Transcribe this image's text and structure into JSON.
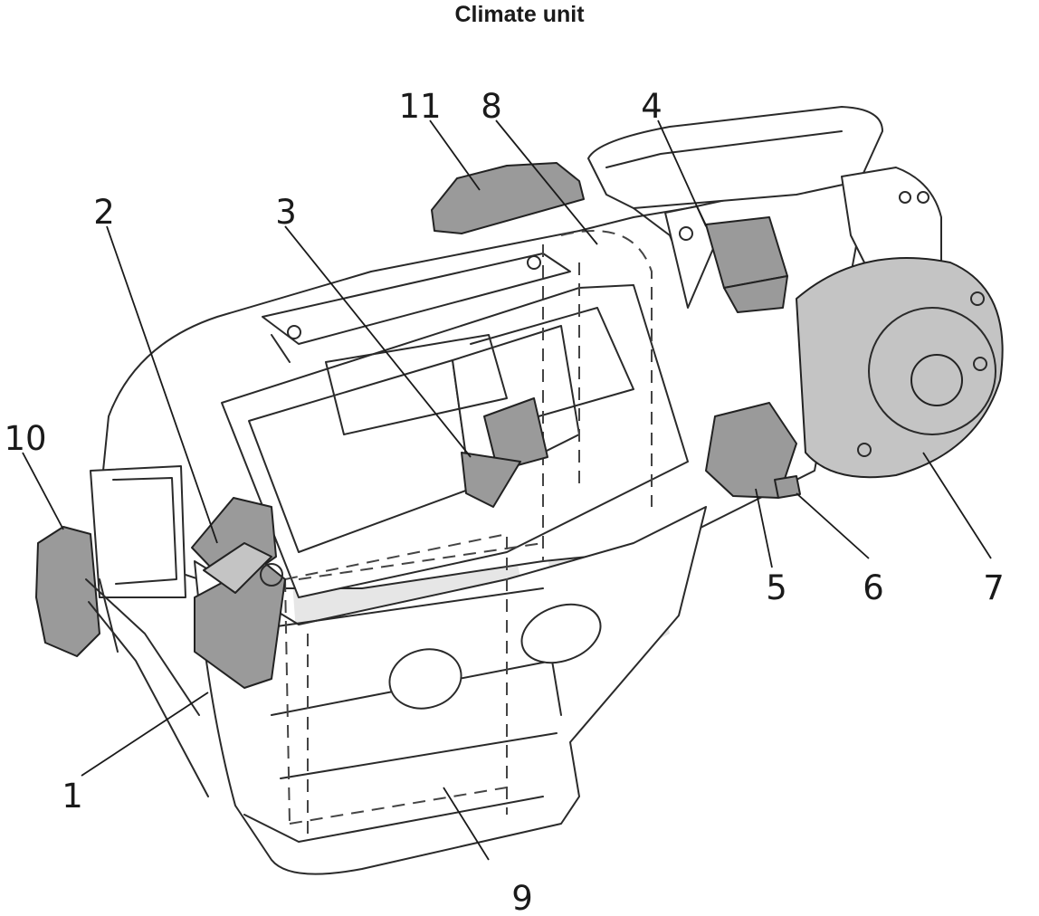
{
  "title": "Climate unit",
  "callouts": [
    "1",
    "2",
    "3",
    "4",
    "5",
    "6",
    "7",
    "8",
    "9",
    "10",
    "11"
  ],
  "colors": {
    "ink": "#1a1a1a",
    "component_fill": "#9a9a9a",
    "housing_shade": "#e6e6e6"
  }
}
